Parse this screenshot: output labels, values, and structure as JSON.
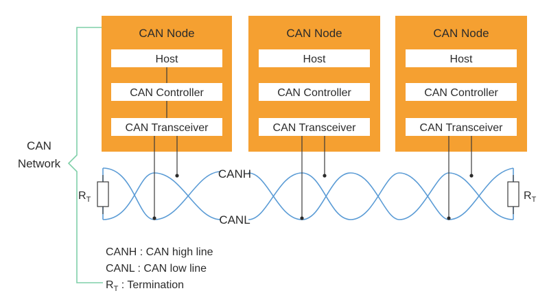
{
  "nodes": [
    {
      "title": "CAN Node",
      "host": "Host",
      "controller": "CAN Controller",
      "transceiver": "CAN Transceiver"
    },
    {
      "title": "CAN Node",
      "host": "Host",
      "controller": "CAN Controller",
      "transceiver": "CAN Transceiver"
    },
    {
      "title": "CAN Node",
      "host": "Host",
      "controller": "CAN Controller",
      "transceiver": "CAN Transceiver"
    }
  ],
  "network_label": {
    "line1": "CAN",
    "line2": "Network"
  },
  "bus_labels": {
    "canh": "CANH",
    "canl": "CANL"
  },
  "resistor_label": {
    "main": "R",
    "sub": "T"
  },
  "legend": {
    "canh": "CANH : CAN high line",
    "canl": "CANL : CAN low line",
    "rt_main": "R",
    "rt_sub": "T",
    "rt_rest": " : Termination"
  },
  "colors": {
    "node": "#f5a031",
    "bus": "#5a9bd5",
    "bracket": "#7fcfa8"
  }
}
